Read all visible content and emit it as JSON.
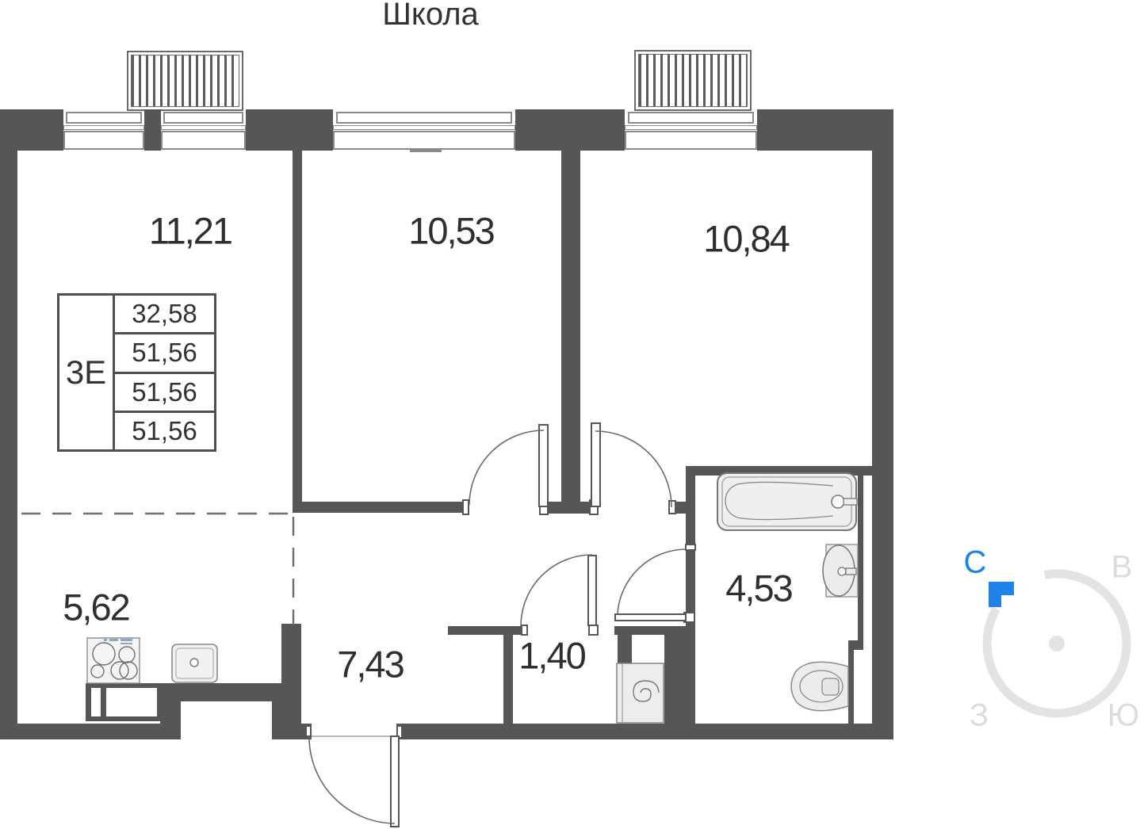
{
  "title": "Школа",
  "unit_info": {
    "type": "3Е",
    "areas": [
      "32,58",
      "51,56",
      "51,56",
      "51,56"
    ]
  },
  "rooms": [
    {
      "name": "living-room",
      "area": "11,21"
    },
    {
      "name": "bedroom-1",
      "area": "10,53"
    },
    {
      "name": "bedroom-2",
      "area": "10,84"
    },
    {
      "name": "kitchen",
      "area": "5,62"
    },
    {
      "name": "hallway",
      "area": "7,43"
    },
    {
      "name": "wardrobe",
      "area": "1,40"
    },
    {
      "name": "bathroom",
      "area": "4,53"
    }
  ],
  "compass": {
    "north": "С",
    "east": "В",
    "south": "Ю",
    "west": "З"
  },
  "colors": {
    "wall": "#565656",
    "outline": "#777777",
    "fixture_fill": "#efefed",
    "text": "#333333",
    "accent_blue": "#1f82e8",
    "compass_gray": "#e3e3e3"
  }
}
